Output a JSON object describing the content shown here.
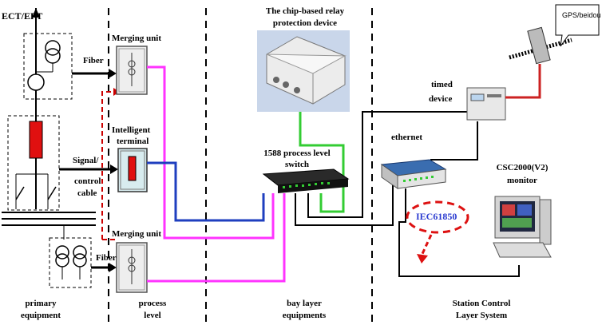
{
  "labels": {
    "ect_ept": "ECT/EPT",
    "fiber_top": "Fiber",
    "fiber_bottom": "Fiber",
    "signal_line1": "Signal/",
    "signal_line2": "control",
    "signal_line3": "cable",
    "merging_unit_top": "Merging unit",
    "merging_unit_bottom": "Merging unit",
    "intelligent_line1": "Intelligent",
    "intelligent_line2": "terminal",
    "chip_line1": "The chip-based relay",
    "chip_line2": "protection device",
    "switch_line1": "1588 process level",
    "switch_line2": "switch",
    "timed_line1": "timed",
    "timed_line2": "device",
    "gps": "GPS/beidou",
    "ethernet": "ethernet",
    "monitor_line1": "CSC2000(V2)",
    "monitor_line2": "monitor",
    "iec": "IEC61850"
  },
  "layers": {
    "primary_line1": "primary",
    "primary_line2": "equipment",
    "process_line1": "process",
    "process_line2": "level",
    "bay_line1": "bay layer",
    "bay_line2": "equipments",
    "station_line1": "Station Control",
    "station_line2": "Layer System"
  },
  "colors": {
    "pink_fiber": "#ff33ff",
    "blue_cable": "#1f3fbf",
    "green_link": "#33cc33",
    "red_dash": "#cc0000",
    "gps_link": "#cc2222"
  }
}
